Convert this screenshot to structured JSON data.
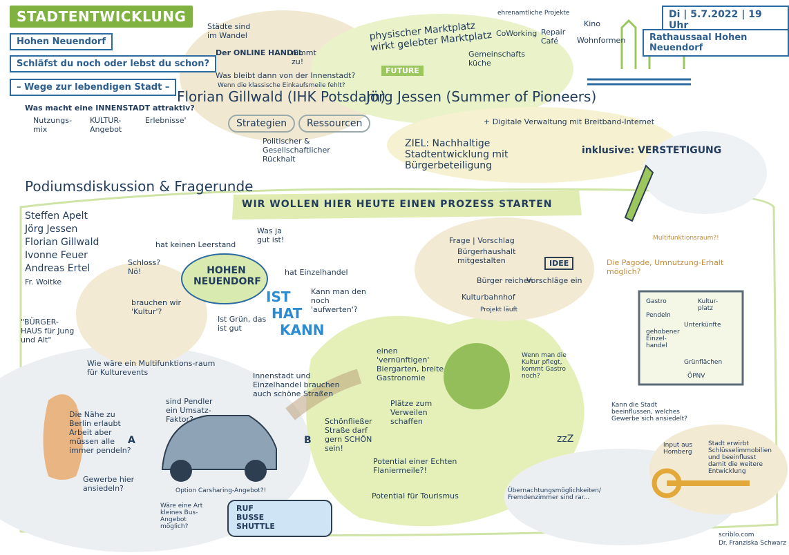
{
  "header": {
    "title": "STADTENTWICKLUNG",
    "location": "Hohen Neuendorf",
    "question": "Schläfst du noch oder lebst du schon?",
    "subtitle": "– Wege zur lebendigen Stadt –",
    "date": "Di | 5.7.2022 | 19 Uhr",
    "venue": "Rathaussaal Hohen Neuendorf"
  },
  "speaker1": {
    "name": "Florian Gillwald (IHK Potsdam)",
    "note_top": "Städte sind im Wandel",
    "shop": "Der ONLINE HANDEL",
    "shop_note": "nimmt zu!",
    "question": "Was bleibt dann von der Innenstadt?",
    "question_sub": "Wenn die klassische Einkaufsmeile fehlt?",
    "attractive_q": "Was macht eine INNENSTADT attraktiv?",
    "bullets": [
      "Nutzungs-mix",
      "KULTUR-Angebot",
      "Erlebnisse'"
    ],
    "strategien": "Strategien",
    "ressourcen": "Ressourcen",
    "backing": "Politischer & Gesellschaftlicher Rückhalt"
  },
  "speaker2": {
    "name": "Jörg Jessen (Summer of Pioneers)",
    "market": "physischer Marktplatz wirkt gelebter Marktplatz",
    "future": "FUTURE",
    "projects_title": "ehrenamtliche Projekte",
    "items": [
      "CoWorking",
      "Repair Café",
      "Kino",
      "Wohnformen",
      "Gemeinschafts küche"
    ],
    "digital": "+ Digitale Verwaltung mit Breitband-Internet",
    "goal": "ZIEL: Nachhaltige Stadtentwicklung mit Bürgerbeteiligung",
    "inclusive": "inklusive: VERSTETIGUNG"
  },
  "panel": {
    "title": "Podiumsdiskussion & Fragerunde",
    "banner": "WIR WOLLEN HIER HEUTE EINEN PROZESS STARTEN",
    "people": [
      "Steffen Apelt",
      "Jörg Jessen",
      "Florian Gillwald",
      "Ivonne Feuer",
      "Andreas Ertel",
      "Fr. Woitke"
    ]
  },
  "center": {
    "hub": "HOHEN NEUENDORF",
    "ist": "IST",
    "hat": "HAT",
    "kann": "KANN",
    "no_vacancy": "hat keinen Leerstand",
    "what_good": "Was ja gut ist!",
    "retail": "hat Einzelhandel",
    "revalue": "Kann man den noch 'aufwerten'?",
    "green": "Ist Grün, das ist gut",
    "castle": "Schloss? Nö!",
    "culture": "brauchen wir 'Kultur'?"
  },
  "left": {
    "buergerhaus": "\"BÜRGER-HAUS für Jung und Alt\"",
    "multi": "Wie wäre ein Multifunktions-raum für Kulturevents",
    "berlin": "Die Nähe zu Berlin erlaubt Arbeit aber müssen alle immer pendeln?",
    "gewerbe": "Gewerbe hier ansiedeln?",
    "pendler": "sind Pendler ein Umsatz-Faktor?",
    "point_a": "A",
    "point_b": "B",
    "carsharing": "Option Carsharing-Angebot?!",
    "bus_q": "Wäre eine Art kleines Bus-Angebot möglich?",
    "bus_label": "RUF BUSSE SHUTTLE"
  },
  "middle": {
    "innenstadt": "Innenstadt und Einzelhandel brauchen auch schöne Straßen",
    "schoenfliesser": "Schönfließer Straße darf gern SCHÖN sein!",
    "biergarten": "einen 'vernünftigen' Biergarten, breite Gastronomie",
    "verweilen": "Plätze zum Verweilen schaffen",
    "flaniermeile": "Potential einer Echten Flaniermeile?!",
    "tourismus": "Potential für Tourismus",
    "kultur_pflege": "Wenn man die Kultur pflegt, kommt Gastro noch?",
    "sleep": "zzZ",
    "uebernachtung": "Übernachtungsmöglichkeiten/ Fremdenzimmer sind rar..."
  },
  "right": {
    "frage": "Frage | Vorschlag",
    "steps": [
      "Bürgerhaushalt mitgestalten",
      "Bürger reichen",
      "Kulturbahnhof",
      "Projekt läuft"
    ],
    "idee": "IDEE",
    "vorschlaege": "Vorschläge ein",
    "multiraum": "Multifunktionsraum?!",
    "pagode": "Die Pagode, Umnutzung-Erhalt möglich?",
    "board": [
      "Gastro",
      "Kultur-platz",
      "Pendeln",
      "Unterkünfte",
      "gehobener Einzel-handel",
      "Grünflächen",
      "ÖPNV"
    ],
    "stadt_q": "Kann die Stadt beeinflussen, welches Gewerbe sich ansiedelt?",
    "homberg": "Input aus Homberg",
    "key": "Stadt erwirbt Schlüsselimmobilien und beeinflusst damit die weitere Entwicklung"
  },
  "credit": {
    "site": "scriblo.com",
    "author": "Dr. Franziska Schwarz"
  },
  "colors": {
    "green": "#7fb241",
    "blue": "#2c6aa0",
    "navy": "#233d5c",
    "sand": "#e8d9b6",
    "lime": "#e4f0b8"
  }
}
